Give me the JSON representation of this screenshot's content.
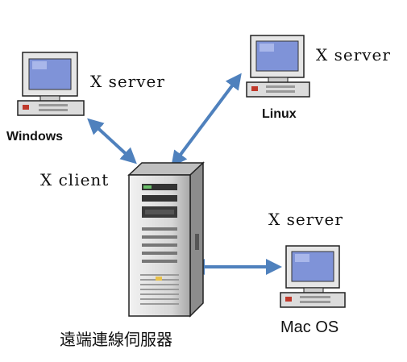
{
  "labels": {
    "windows": "Windows",
    "linux": "Linux",
    "mac": "Mac OS",
    "x_server_windows": "X server",
    "x_server_linux": "X server",
    "x_server_mac": "X server",
    "x_client": "X client",
    "server_caption": "遠端連線伺服器"
  },
  "colors": {
    "arrow": "#4f81bd",
    "screen": "#7f93d8",
    "case": "#dcdcdc",
    "outline": "#222222"
  }
}
